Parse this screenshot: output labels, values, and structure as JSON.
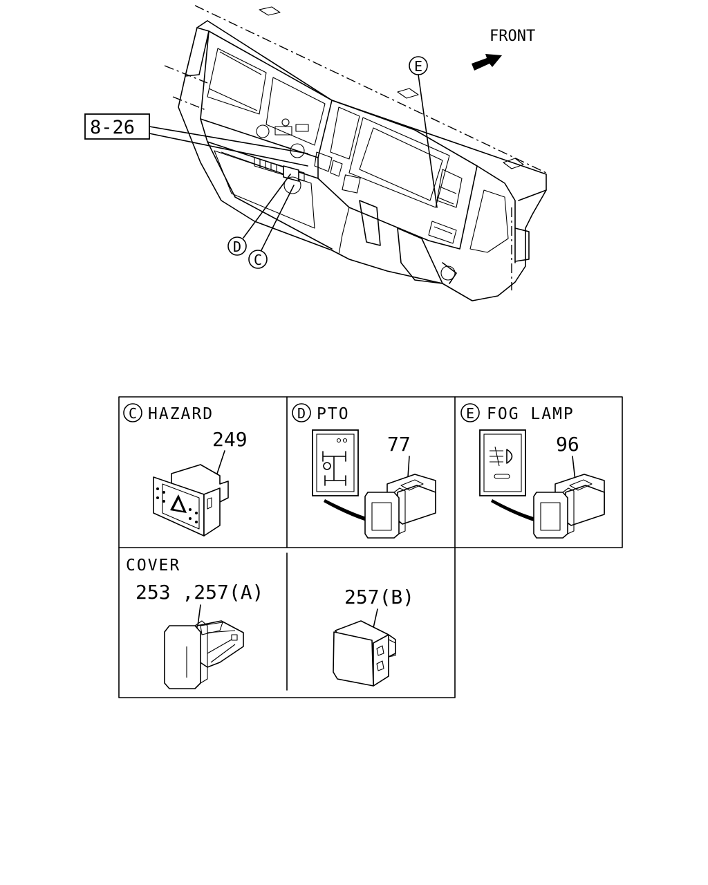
{
  "diagram": {
    "front_label": "FRONT",
    "ref_box_label": "8-26",
    "callouts": {
      "c": "C",
      "d": "D",
      "e": "E"
    },
    "panels": {
      "hazard": {
        "letter": "C",
        "title": "HAZARD",
        "part_no": "249"
      },
      "pto": {
        "letter": "D",
        "title": "PTO",
        "part_no": "77"
      },
      "fog_lamp": {
        "letter": "E",
        "title": "FOG LAMP",
        "part_no": "96"
      },
      "cover_a": {
        "title": "COVER",
        "part_no": "253 ,257(A)"
      },
      "cover_b": {
        "part_no": "257(B)"
      }
    }
  }
}
